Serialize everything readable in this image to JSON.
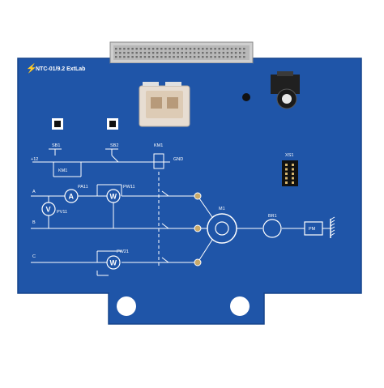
{
  "board": {
    "brand_text": "NTC-01/9.2 ExtLab",
    "colors": {
      "pcb": "#1f55a8",
      "pcb_edge": "#17458c",
      "trace": "#ffffff",
      "connector": "#c9c9c9",
      "relay": "#e7ddd2",
      "pad": "#c8a96a"
    }
  },
  "labels": {
    "sb1": "SB1",
    "sb2": "SB2",
    "km1_top": "KM1",
    "km1_left": "KM1",
    "plus12": "+12",
    "gnd": "GND",
    "xs1": "XS1",
    "pa11": "PA11",
    "pw11": "PW11",
    "pv11": "PV11",
    "pw21": "PW21",
    "m1": "M1",
    "br1": "BR1",
    "pm_box": "PM",
    "phase_a": "A",
    "phase_b": "B",
    "phase_c": "C",
    "meter_a": "A",
    "meter_w1": "W",
    "meter_v": "V",
    "meter_w2": "W"
  }
}
